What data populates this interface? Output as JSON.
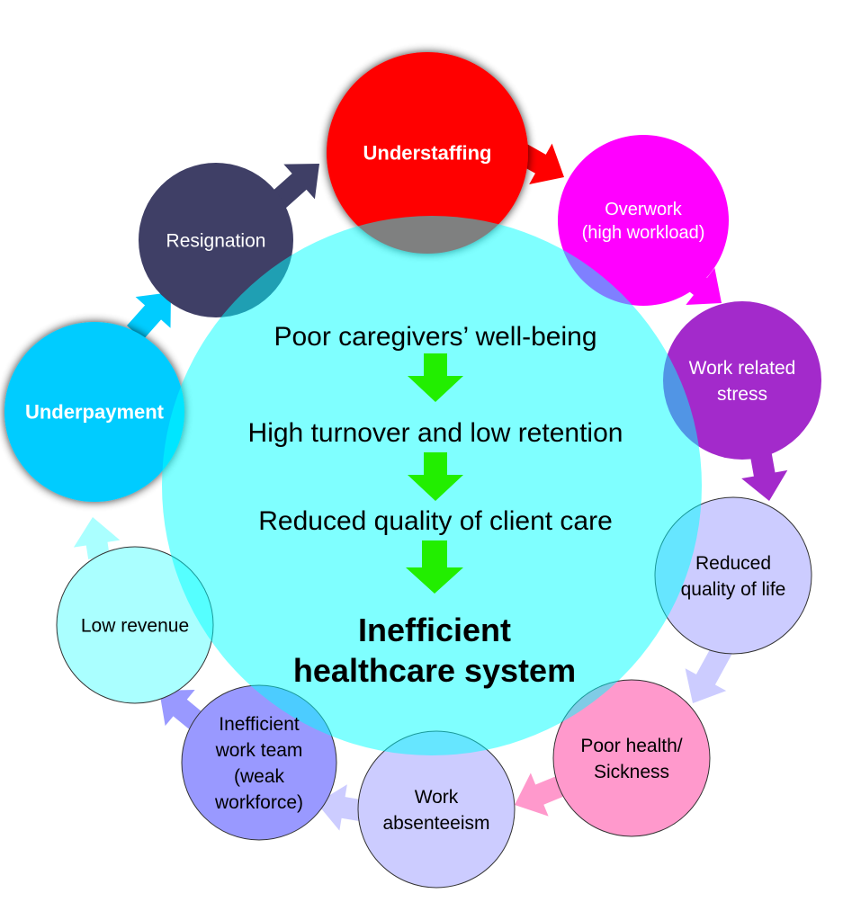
{
  "center": {
    "steps": [
      "Poor caregivers’ well-being",
      "High turnover and low retention",
      "Reduced quality of client care"
    ],
    "outcome_lines": [
      "Inefficient",
      "healthcare system"
    ]
  },
  "cycle": [
    {
      "id": "understaffing",
      "lines": [
        "Understaffing"
      ],
      "color": "#FF0000",
      "text_color": "#FFFFFF"
    },
    {
      "id": "overwork",
      "lines": [
        "Overwork",
        "(high workload)"
      ],
      "color": "#FF00FF",
      "text_color": "#FFFFFF"
    },
    {
      "id": "stress",
      "lines": [
        "Work related",
        "stress"
      ],
      "color": "#A32ACB",
      "text_color": "#FFFFFF"
    },
    {
      "id": "quality-of-life",
      "lines": [
        "Reduced",
        "quality of life"
      ],
      "color": "#CCCCFF",
      "text_color": "#000000"
    },
    {
      "id": "poor-health",
      "lines": [
        "Poor health/",
        "Sickness"
      ],
      "color": "#FF99CC",
      "text_color": "#000000"
    },
    {
      "id": "absenteeism",
      "lines": [
        "Work",
        "absenteeism"
      ],
      "color": "#CCCCFF",
      "text_color": "#000000"
    },
    {
      "id": "work-team",
      "lines": [
        "Inefficient",
        "work team",
        "(weak",
        "workforce)"
      ],
      "color": "#9999FF",
      "text_color": "#000000"
    },
    {
      "id": "low-revenue",
      "lines": [
        "Low revenue"
      ],
      "color": "#AAFFFF",
      "text_color": "#000000"
    },
    {
      "id": "underpayment",
      "lines": [
        "Underpayment"
      ],
      "color": "#00CCFF",
      "text_color": "#FFFFFF"
    },
    {
      "id": "resignation",
      "lines": [
        "Resignation"
      ],
      "color": "#3F3F66",
      "text_color": "#FFFFFF"
    }
  ],
  "colors": {
    "center": "#00FFFF",
    "flow_arrow": "#22EE00"
  }
}
